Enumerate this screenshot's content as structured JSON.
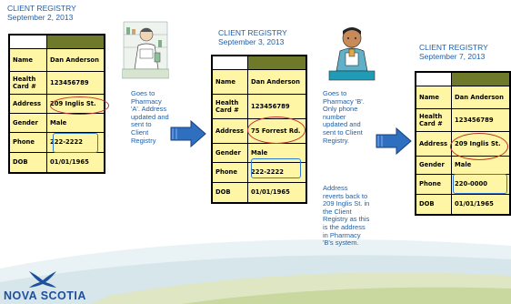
{
  "panels": [
    {
      "title": "CLIENT REGISTRY",
      "date": "September 2, 2013",
      "rows": [
        {
          "field": "Name",
          "value": "Dan Anderson"
        },
        {
          "field": "Health Card #",
          "value": "123456789"
        },
        {
          "field": "Address",
          "value": "209 Inglis St."
        },
        {
          "field": "Gender",
          "value": "Male"
        },
        {
          "field": "Phone",
          "value": "222-2222"
        },
        {
          "field": "DOB",
          "value": "01/01/1965"
        }
      ]
    },
    {
      "title": "CLIENT REGISTRY",
      "date": "September 3, 2013",
      "rows": [
        {
          "field": "Name",
          "value": "Dan Anderson"
        },
        {
          "field": "Health Card #",
          "value": "123456789"
        },
        {
          "field": "Address",
          "value": "75 Forrest Rd."
        },
        {
          "field": "Gender",
          "value": "Male"
        },
        {
          "field": "Phone",
          "value": "222-2222"
        },
        {
          "field": "DOB",
          "value": "01/01/1965"
        }
      ]
    },
    {
      "title": "CLIENT REGISTRY",
      "date": "September 7, 2013",
      "rows": [
        {
          "field": "Name",
          "value": "Dan Anderson"
        },
        {
          "field": "Health Card #",
          "value": "123456789"
        },
        {
          "field": "Address",
          "value": "209 Inglis St."
        },
        {
          "field": "Gender",
          "value": "Male"
        },
        {
          "field": "Phone",
          "value": "220-0000"
        },
        {
          "field": "DOB",
          "value": "01/01/1965"
        }
      ]
    }
  ],
  "notes": {
    "pharmacy_a": "Goes to Pharmacy 'A'. Address updated and sent to Client Registry",
    "pharmacy_b": "Goes to Pharmacy 'B'. Only phone number updated and sent to Client Registry.",
    "revert": "Address reverts back to 209 Inglis St. in the Client Registry as this is the address in Pharmacy 'B's system."
  },
  "logo": "NOVA SCOTIA",
  "colors": {
    "title": "#1f5fa8",
    "table_fill": "#fff6a5",
    "header_dark": "#6e7a2a",
    "address_ring": "#c0392b",
    "phone_box": "#2e7bd6",
    "arrow": "#2f6fc0"
  }
}
